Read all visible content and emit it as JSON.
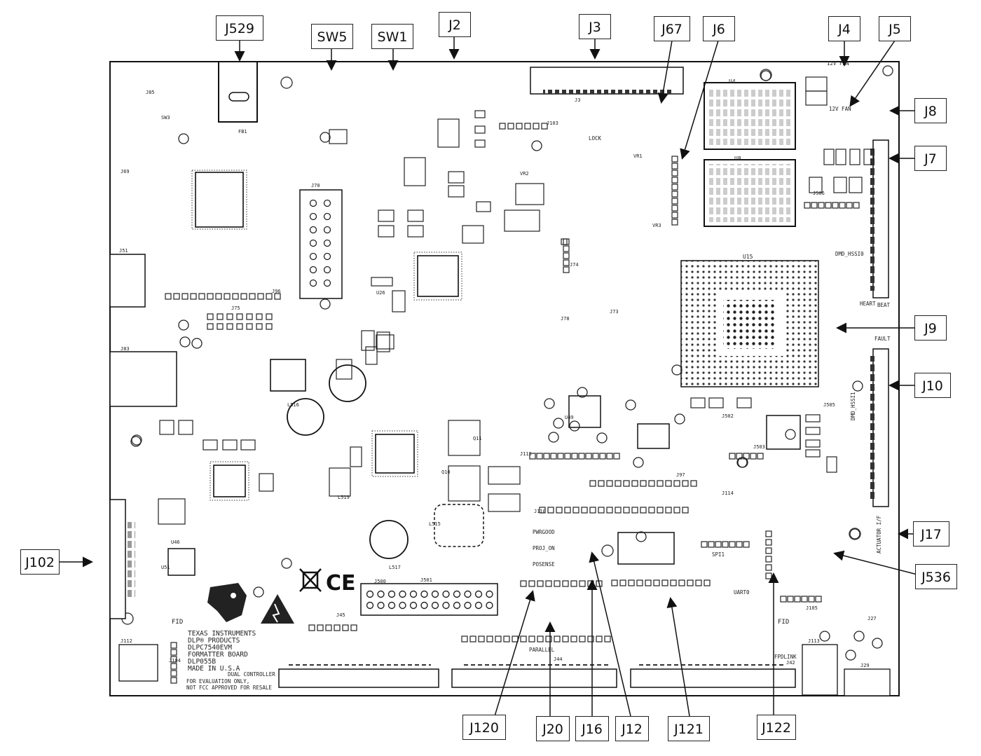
{
  "callouts": {
    "j529": "J529",
    "sw5": "SW5",
    "sw1": "SW1",
    "j2": "J2",
    "j3": "J3",
    "j67": "J67",
    "j6": "J6",
    "j4": "J4",
    "j5": "J5",
    "j8": "J8",
    "j7": "J7",
    "j9": "J9",
    "j10": "J10",
    "j17": "J17",
    "j536": "J536",
    "j102": "J102",
    "j120": "J120",
    "j20": "J20",
    "j16": "J16",
    "j12": "J12",
    "j121": "J121",
    "j122": "J122"
  },
  "silkscreen": {
    "company": "TEXAS INSTRUMENTS",
    "products": "DLP® PRODUCTS",
    "model": "DLPC7540EVM",
    "board": "FORMATTER BOARD",
    "part": "DLP055B",
    "origin": "MADE IN U.S.A",
    "disclaimer1": "FOR EVALUATION ONLY,",
    "disclaimer2": "NOT FCC APPROVED FOR RESALE",
    "dual": "DUAL CONTROLLER",
    "fid": "FID",
    "fid_right": "FID",
    "ce": "CE",
    "dmd_hssi0": "DMD_HSSI0",
    "dmd_hssi1": "DMD_HSSI1",
    "heart": "HEART",
    "beat": "BEAT",
    "fault": "FAULT",
    "uart0": "UART0",
    "spi1": "SPI1",
    "parallel": "PARALLEL",
    "fpd_link": "FPDLINK",
    "actuator": "ACTUATOR I/F",
    "fan_12v_a": "12V FAN",
    "fan_12v_b": "12V FAN",
    "pwrgood": "PWRGOOD",
    "proj_on": "PROJ_ON",
    "posense": "POSENSE",
    "lock": "LOCK"
  },
  "refdes": {
    "u4": "U4",
    "u8": "U8",
    "u15": "U15",
    "u51": "U51",
    "j501": "J501",
    "j500": "J500",
    "j44": "J44",
    "j42": "J42",
    "j70": "J70",
    "j96": "J96",
    "j75": "J75",
    "j103": "J103",
    "j85": "J85",
    "j69": "J69",
    "j51": "J51",
    "j83": "J83",
    "j45": "J45",
    "j104": "J104",
    "j112": "J112",
    "j113": "J113",
    "j29": "J29",
    "j27": "J27",
    "j105": "J105",
    "j97": "J97",
    "j110": "J110",
    "j115": "J115",
    "j114": "J114",
    "j503": "J503",
    "j502": "J502",
    "j505": "J505",
    "j506": "J506",
    "j74": "J74",
    "j73": "J73",
    "j78": "J78",
    "l516": "L516",
    "l517": "L517",
    "l515": "L515",
    "l519": "L519",
    "q10": "Q10",
    "q11": "Q11",
    "u49": "U49",
    "u26": "U26",
    "u46": "U46",
    "vr1": "VR1",
    "vr2": "VR2",
    "vr3": "VR3",
    "fb1": "FB1",
    "sw3": "SW3"
  }
}
